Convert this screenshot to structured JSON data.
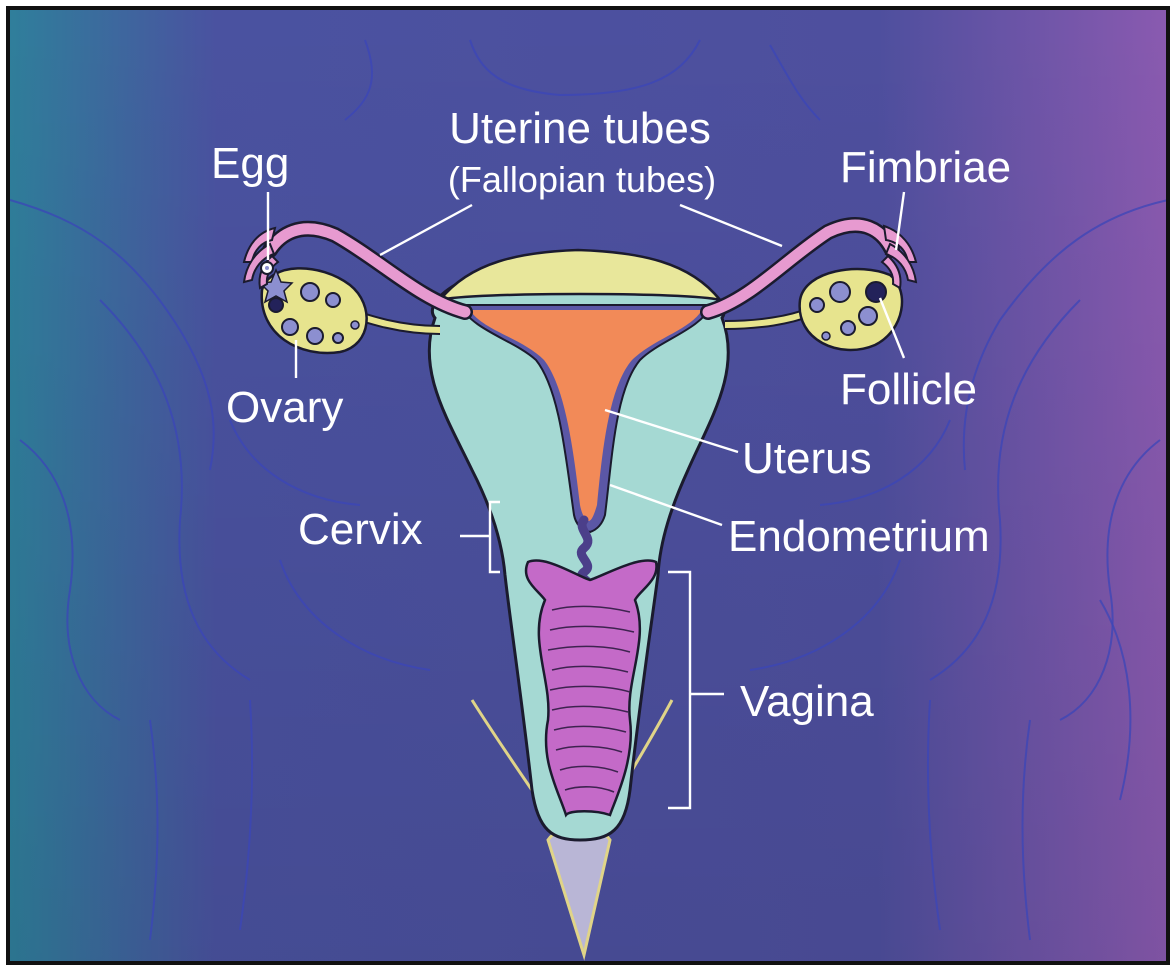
{
  "colors": {
    "background_left": "#2f7f9b",
    "background_mid": "#4a4f9c",
    "background_right": "#8a5ab0",
    "uterus_wall": "#a5d9d3",
    "fundus": "#e8e79b",
    "uterine_cavity": "#f28a58",
    "endometrium": "#5b57a6",
    "tubes": "#e79ad0",
    "ovary": "#e7e48e",
    "vagina": "#c46ac8",
    "label": "#ffffff"
  },
  "labels": {
    "egg": "Egg",
    "uterine_tubes": "Uterine tubes",
    "fallopian_tubes": "(Fallopian tubes)",
    "fimbriae": "Fimbriae",
    "ovary": "Ovary",
    "follicle": "Follicle",
    "uterus": "Uterus",
    "cervix": "Cervix",
    "endometrium": "Endometrium",
    "vagina": "Vagina"
  }
}
